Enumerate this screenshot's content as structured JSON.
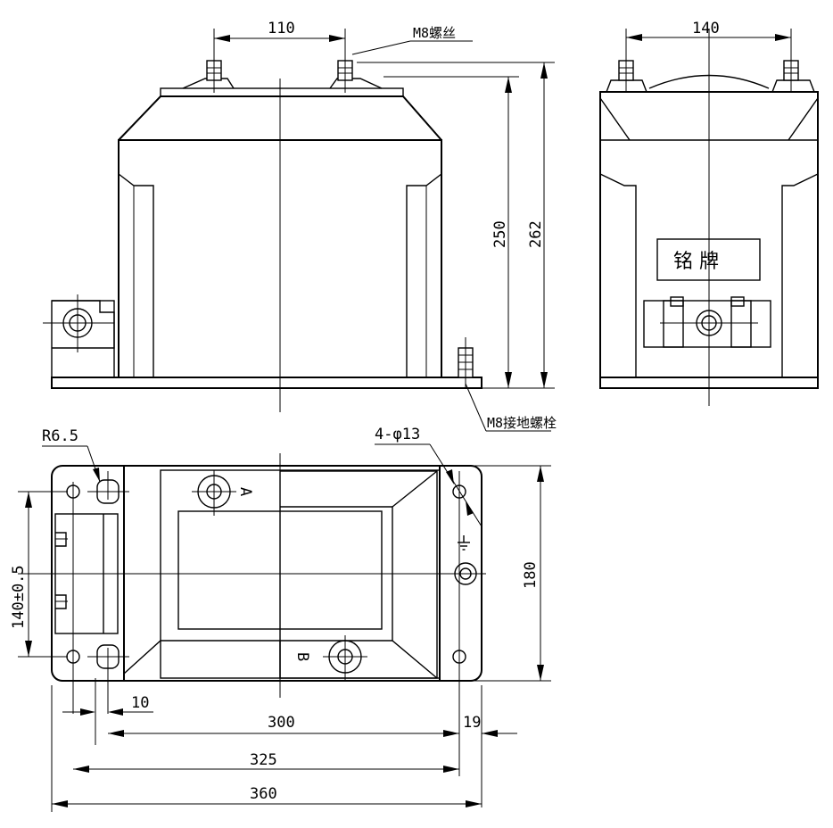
{
  "front_view": {
    "dim_terminal_spacing": "110",
    "label_top_screw": "M8螺丝",
    "dim_body_height": "250",
    "dim_total_height": "262",
    "label_ground_bolt": "M8接地螺栓"
  },
  "side_view": {
    "dim_terminal_spacing": "140",
    "nameplate": "铭 牌"
  },
  "plan_view": {
    "label_radius": "R6.5",
    "label_holes": "4-φ13",
    "label_terminal_a": "A",
    "label_terminal_b": "B",
    "dim_hole_spacing_vertical": "140±0.5",
    "dim_width": "180",
    "dim_offset": "10",
    "dim_300": "300",
    "dim_19": "19",
    "dim_325": "325",
    "dim_360": "360"
  },
  "icons": [
    "earth-ground-icon"
  ]
}
